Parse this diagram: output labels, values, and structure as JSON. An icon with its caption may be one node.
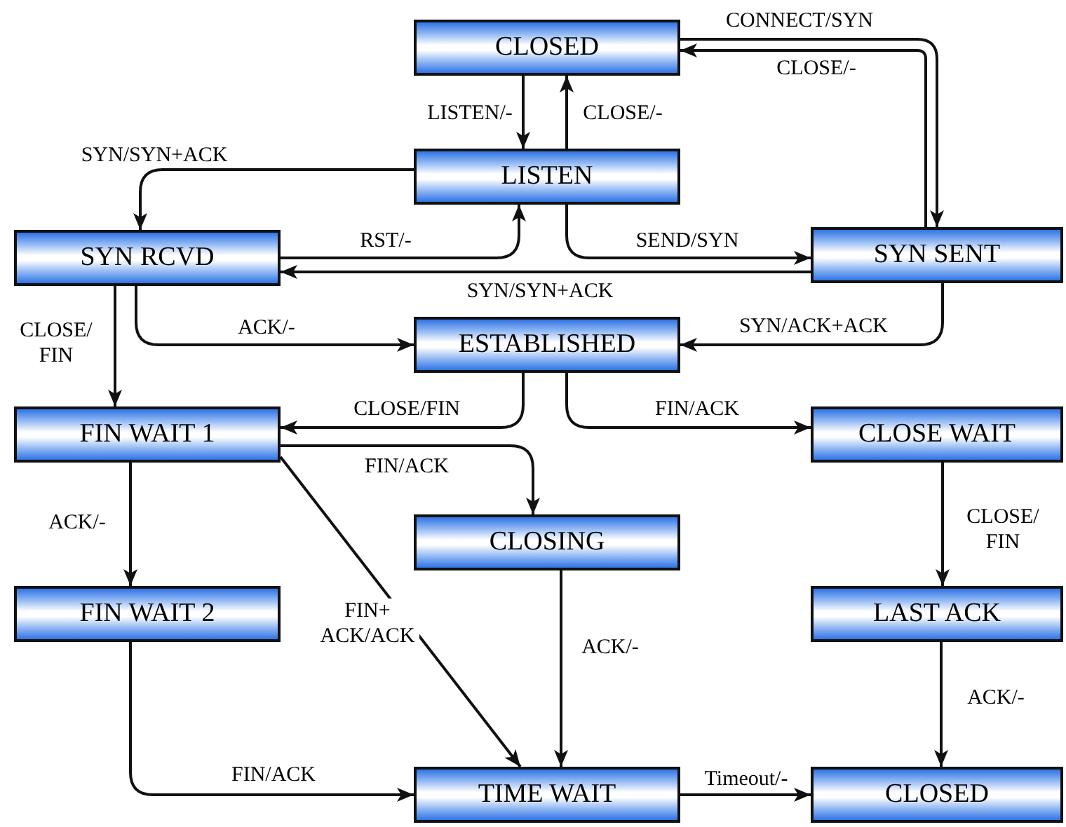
{
  "diagram": {
    "nodes": [
      {
        "text": [
          "CLOSED"
        ]
      },
      {
        "text": [
          "LISTEN"
        ]
      },
      {
        "text": [
          "SYN RCVD"
        ]
      },
      {
        "text": [
          "SYN SENT"
        ]
      },
      {
        "text": [
          "ESTABLISHED"
        ]
      },
      {
        "text": [
          "FIN WAIT 1"
        ]
      },
      {
        "text": [
          "CLOSE WAIT"
        ]
      },
      {
        "text": [
          "CLOSING"
        ]
      },
      {
        "text": [
          "FIN WAIT 2"
        ]
      },
      {
        "text": [
          "LAST ACK"
        ]
      },
      {
        "text": [
          "TIME WAIT"
        ]
      },
      {
        "text": [
          "CLOSED"
        ]
      }
    ],
    "edges": [
      {
        "from": 0,
        "to": 1,
        "arrow": "to",
        "label": "LISTEN/-"
      },
      {
        "from": 1,
        "to": 0,
        "arrow": "to",
        "label": "CLOSE/-"
      },
      {
        "from": 0,
        "to": 3,
        "arrow": "to",
        "label": "CONNECT/SYN"
      },
      {
        "from": 3,
        "to": 0,
        "arrow": "to",
        "label": "CLOSE/-"
      },
      {
        "from": 1,
        "to": 2,
        "arrow": "to",
        "label": "SYN/SYN+ACK"
      },
      {
        "from": 2,
        "to": 1,
        "arrow": "to",
        "label": "RST/-"
      },
      {
        "from": 1,
        "to": 3,
        "arrow": "to",
        "label": "SEND/SYN"
      },
      {
        "from": 3,
        "to": 2,
        "arrow": "to",
        "label": "SYN/SYN+ACK"
      },
      {
        "from": 2,
        "to": 4,
        "arrow": "to",
        "label": "ACK/-"
      },
      {
        "from": 3,
        "to": 4,
        "arrow": "to",
        "label": "SYN/ACK+ACK"
      },
      {
        "from": 2,
        "to": 5,
        "arrow": "to",
        "label": "CLOSE/ FIN"
      },
      {
        "from": 4,
        "to": 5,
        "arrow": "to",
        "label": "CLOSE/FIN"
      },
      {
        "from": 4,
        "to": 6,
        "arrow": "to",
        "label": "FIN/ACK"
      },
      {
        "from": 5,
        "to": 7,
        "arrow": "to",
        "label": "FIN/ACK"
      },
      {
        "from": 5,
        "to": 8,
        "arrow": "to",
        "label": "ACK/-"
      },
      {
        "from": 5,
        "to": 10,
        "arrow": "to",
        "label": "FIN+ ACK/ACK"
      },
      {
        "from": 6,
        "to": 9,
        "arrow": "to",
        "label": "CLOSE/ FIN"
      },
      {
        "from": 7,
        "to": 10,
        "arrow": "to",
        "label": "ACK/-"
      },
      {
        "from": 8,
        "to": 10,
        "arrow": "to",
        "label": "FIN/ACK"
      },
      {
        "from": 9,
        "to": 11,
        "arrow": "to",
        "label": "ACK/-"
      },
      {
        "from": 10,
        "to": 11,
        "arrow": "to",
        "label": "Timeout/-"
      }
    ]
  }
}
